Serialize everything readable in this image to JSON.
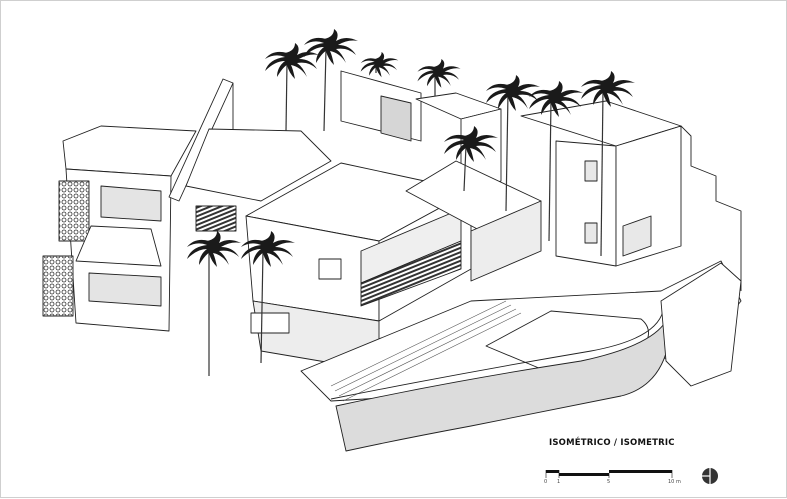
{
  "drawing": {
    "type": "architectural isometric",
    "subject": "multi-level residence with palm trees and curved pool terrace"
  },
  "title": "ISOMÉTRICO / ISOMETRIC",
  "scale_bar": {
    "labels": [
      "0",
      "1",
      "5",
      "10 m"
    ],
    "unit": "m"
  },
  "icons": {
    "orientation": "north-arrow-icon"
  },
  "colors": {
    "line": "#222222",
    "shade": "#d9d9d9",
    "border": "#cfcfcf",
    "palm": "#1a1a1a"
  }
}
